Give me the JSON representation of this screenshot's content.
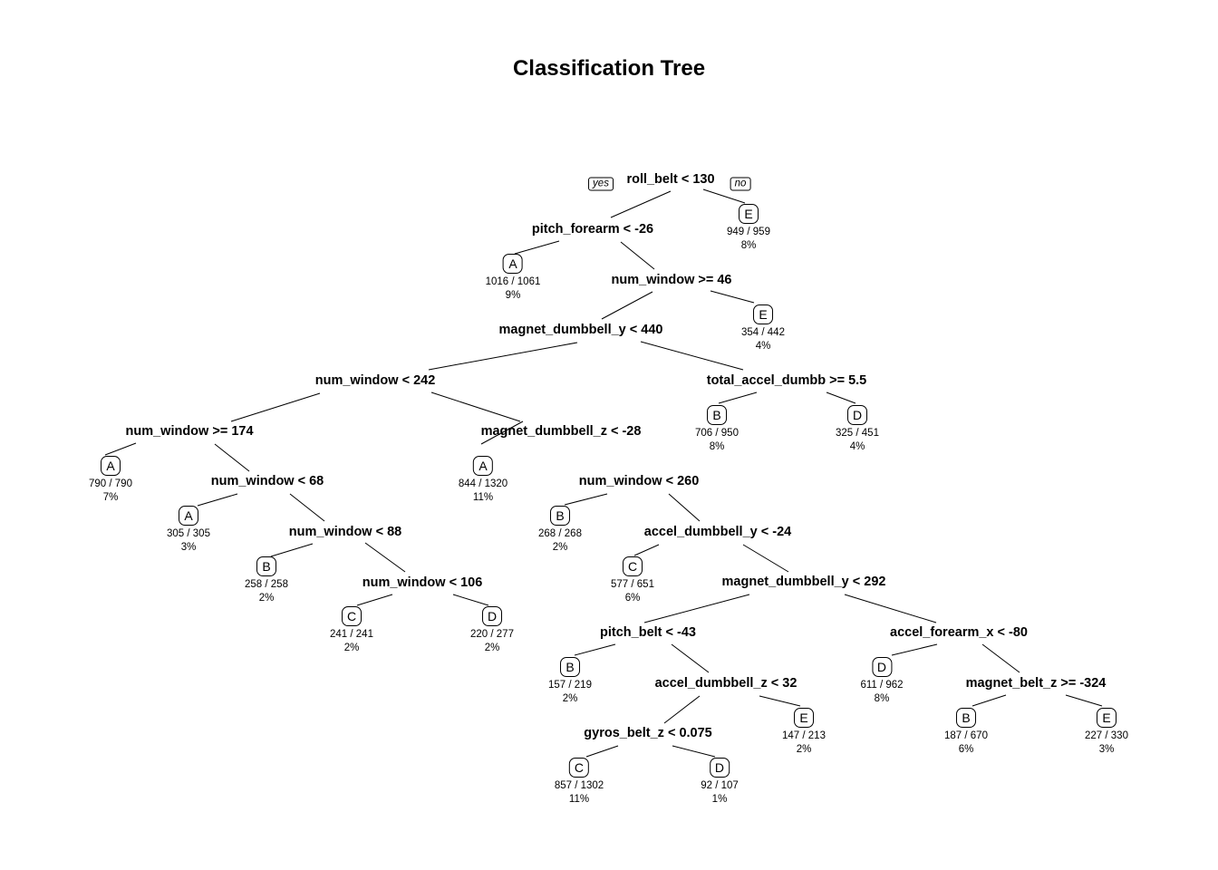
{
  "title": "Classification Tree",
  "edge_labels": {
    "yes": "yes",
    "no": "no"
  },
  "splits": [
    {
      "id": "n1",
      "label": "roll_belt < 130"
    },
    {
      "id": "n2",
      "label": "pitch_forearm < -26"
    },
    {
      "id": "n5",
      "label": "num_window >= 46"
    },
    {
      "id": "n10",
      "label": "magnet_dumbbell_y < 440"
    },
    {
      "id": "n20",
      "label": "num_window < 242"
    },
    {
      "id": "n21",
      "label": "total_accel_dumbb >= 5.5"
    },
    {
      "id": "n40",
      "label": "num_window >= 174"
    },
    {
      "id": "n81",
      "label": "num_window < 68"
    },
    {
      "id": "n163",
      "label": "num_window < 88"
    },
    {
      "id": "n327",
      "label": "num_window < 106"
    },
    {
      "id": "n41",
      "label": "magnet_dumbbell_z < -28"
    },
    {
      "id": "n83",
      "label": "num_window < 260"
    },
    {
      "id": "n167",
      "label": "accel_dumbbell_y < -24"
    },
    {
      "id": "n335",
      "label": "magnet_dumbbell_y < 292"
    },
    {
      "id": "n670",
      "label": "pitch_belt < -43"
    },
    {
      "id": "n1341",
      "label": "accel_dumbbell_z < 32"
    },
    {
      "id": "n2682",
      "label": "gyros_belt_z < 0.075"
    },
    {
      "id": "n671",
      "label": "accel_forearm_x < -80"
    },
    {
      "id": "n1343",
      "label": "magnet_belt_z >= -324"
    }
  ],
  "leaves": [
    {
      "id": "l3",
      "class": "E",
      "count": "949 / 959",
      "pct": "8%"
    },
    {
      "id": "l4",
      "class": "A",
      "count": "1016 / 1061",
      "pct": "9%"
    },
    {
      "id": "l11",
      "class": "E",
      "count": "354 / 442",
      "pct": "4%"
    },
    {
      "id": "l42",
      "class": "B",
      "count": "706 / 950",
      "pct": "8%"
    },
    {
      "id": "l43",
      "class": "D",
      "count": "325 / 451",
      "pct": "4%"
    },
    {
      "id": "l80",
      "class": "A",
      "count": "790 / 790",
      "pct": "7%"
    },
    {
      "id": "l162",
      "class": "A",
      "count": "305 / 305",
      "pct": "3%"
    },
    {
      "id": "l326",
      "class": "B",
      "count": "258 / 258",
      "pct": "2%"
    },
    {
      "id": "l654",
      "class": "C",
      "count": "241 / 241",
      "pct": "2%"
    },
    {
      "id": "l655",
      "class": "D",
      "count": "220 / 277",
      "pct": "2%"
    },
    {
      "id": "l82",
      "class": "A",
      "count": "844 / 1320",
      "pct": "11%"
    },
    {
      "id": "l166",
      "class": "B",
      "count": "268 / 268",
      "pct": "2%"
    },
    {
      "id": "l334",
      "class": "C",
      "count": "577 / 651",
      "pct": "6%"
    },
    {
      "id": "l1340",
      "class": "B",
      "count": "157 / 219",
      "pct": "2%"
    },
    {
      "id": "l5364",
      "class": "C",
      "count": "857 / 1302",
      "pct": "11%"
    },
    {
      "id": "l5365",
      "class": "D",
      "count": "92 / 107",
      "pct": "1%"
    },
    {
      "id": "l2683",
      "class": "E",
      "count": "147 / 213",
      "pct": "2%"
    },
    {
      "id": "l1342",
      "class": "D",
      "count": "611 / 962",
      "pct": "8%"
    },
    {
      "id": "l2686",
      "class": "B",
      "count": "187 / 670",
      "pct": "6%"
    },
    {
      "id": "l2687",
      "class": "E",
      "count": "227 / 330",
      "pct": "3%"
    }
  ]
}
